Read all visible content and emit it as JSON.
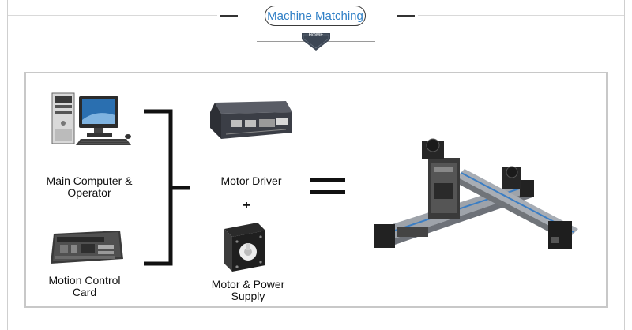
{
  "header": {
    "title": "Machine Matching",
    "badge": "HOME"
  },
  "components": {
    "computer": {
      "label": "Main Computer & Operator",
      "icon": "desktop-computer-icon"
    },
    "control_card": {
      "label": "Motion Control Card",
      "icon": "circuit-board-icon"
    },
    "driver": {
      "label": "Motor Driver",
      "icon": "motor-driver-box-icon"
    },
    "plus": "+",
    "motor": {
      "label": "Motor & Power Supply",
      "icon": "stepper-motor-icon"
    },
    "result": {
      "icon": "xy-linear-stage-icon"
    }
  },
  "colors": {
    "title_text": "#2f7fc6",
    "badge_bg": "#3c4654",
    "frame": "#c8c8c8"
  }
}
